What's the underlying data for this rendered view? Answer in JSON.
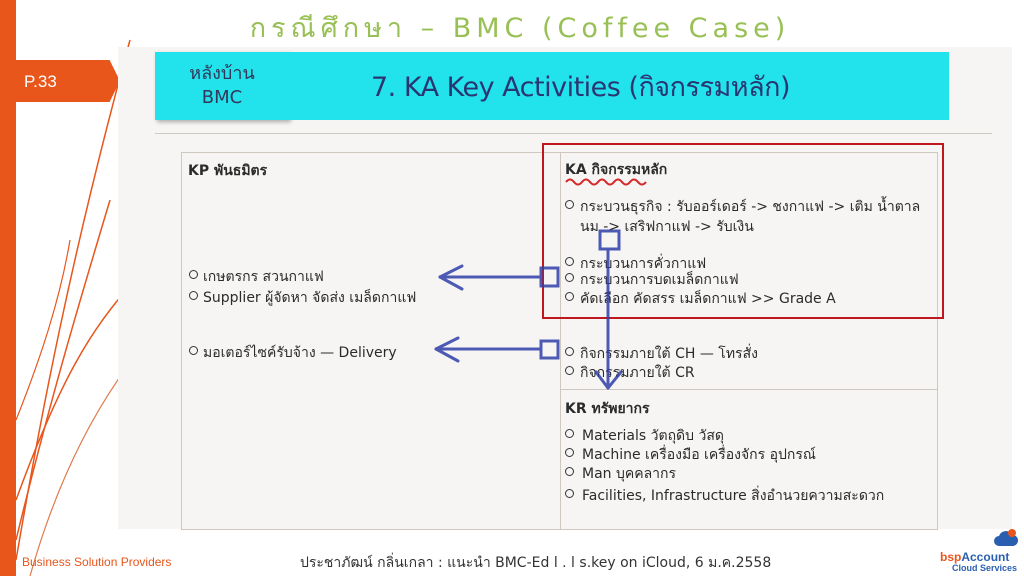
{
  "header": {
    "title": "กรณีศึกษา – BMC (Coffee Case)",
    "page_number": "P.33"
  },
  "slide": {
    "section_label_line1": "หลังบ้าน",
    "section_label_line2": "BMC",
    "title": "7. KA Key Activities (กิจกรรมหลัก)"
  },
  "kp": {
    "heading": "KP พันธมิตร",
    "items": [
      "เกษตรกร สวนกาแฟ",
      "Supplier ผู้จัดหา จัดส่ง เมล็ดกาแฟ",
      "มอเตอร์ไซค์รับจ้าง — Delivery"
    ]
  },
  "ka": {
    "heading": "KA กิจกรรมหลัก",
    "items": [
      "กระบวนธุรกิจ : รับออร์เดอร์ -> ชงกาแฟ -> เติม น้ำตาล",
      "นม -> เสริฟกาแฟ -> รับเงิน",
      "กระบวนการคั่วกาแฟ",
      "กระบวนการบดเมล็ดกาแฟ",
      "คัดเลือก คัดสรร เมล็ดกาแฟ >> Grade A",
      "กิจกรรมภายใต้ CH — โทรสั่ง",
      "กิจกรรมภายใต้ CR"
    ]
  },
  "kr": {
    "heading": "KR ทรัพยากร",
    "items": [
      "Materials วัตถุดิบ วัสดุ",
      "Machine เครื่องมือ เครื่องจักร อุปกรณ์",
      "Man บุคคลากร",
      "Facilities, Infrastructure สิ่งอำนวยความสะดวก"
    ]
  },
  "footer": {
    "company": "Business Solution Providers",
    "credit": "ประชาภัฒน์ กลิ่นเกลา : แนะนำ BMC-Ed l . l s.key on iCloud, 6 ม.ค.2558",
    "logo_main_a": "bsp",
    "logo_main_b": "Account",
    "logo_sub": "Cloud Services"
  },
  "colors": {
    "accent": "#e8561c",
    "title_green": "#98c054",
    "header_cyan": "#22e3ec",
    "frame_red": "#c0161d",
    "pen_blue": "#2f3fa8"
  }
}
